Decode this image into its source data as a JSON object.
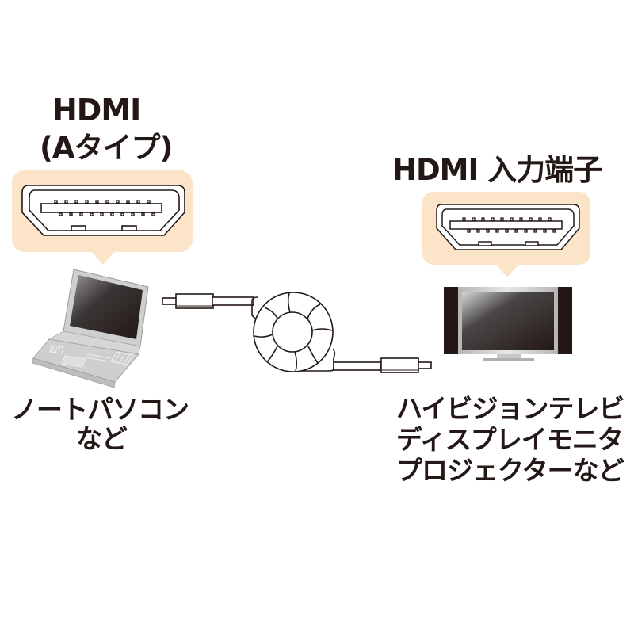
{
  "left": {
    "connector_title_line1": "HDMI",
    "connector_title_line2": "(Aタイプ)",
    "device_label_line1": "ノートパソコン",
    "device_label_line2": "など",
    "device_icon": "laptop-icon",
    "connector_icon": "hdmi-type-a-port-icon"
  },
  "right": {
    "connector_title": "HDMI 入力端子",
    "device_label_line1": "ハイビジョンテレビ",
    "device_label_line2": "ディスプレイモニタ",
    "device_label_line3": "プロジェクターなど",
    "device_icon": "tv-monitor-icon",
    "connector_icon": "hdmi-port-icon"
  },
  "cable": {
    "icon": "retractable-hdmi-cable-icon"
  },
  "colors": {
    "bubble": "#FCE4C8",
    "text": "#231815",
    "outline": "#231815"
  }
}
